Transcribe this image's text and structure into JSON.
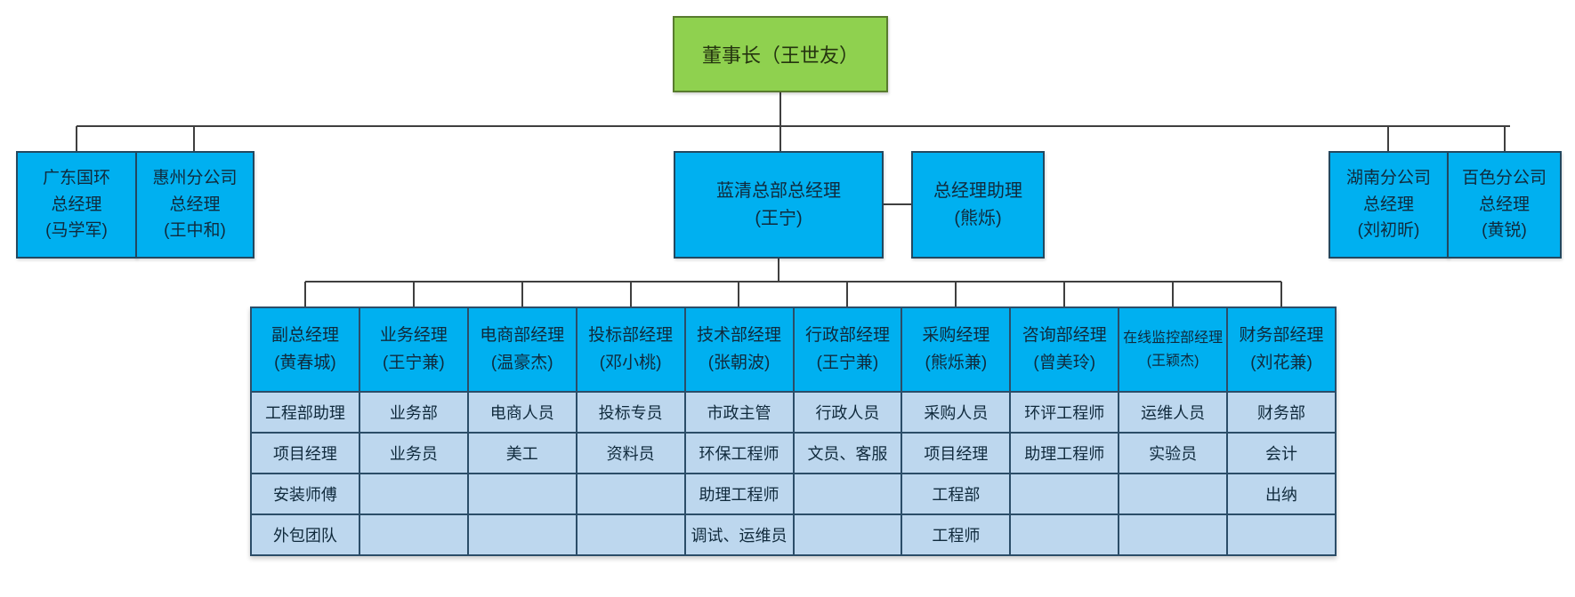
{
  "colors": {
    "chairman_fill": "#8fd14f",
    "chairman_border": "#587b2e",
    "manager_fill": "#00b0f0",
    "staff_fill": "#bdd7ee",
    "grid_border": "#2b4d68",
    "connector": "#3f3f3f",
    "text_dark": "#102a3c",
    "background": "#ffffff"
  },
  "org": {
    "chairman": {
      "label": "董事长（王世友）"
    },
    "executives": [
      {
        "key": "guangdong-guohuan",
        "text": "广东国环\n总经理\n(马学军)"
      },
      {
        "key": "huizhou-branch",
        "text": "惠州分公司\n总经理\n(王中和)"
      },
      {
        "key": "lanqing-hq",
        "text": "蓝清总部总经理\n(王宁)"
      },
      {
        "key": "gm-assistant",
        "text": "总经理助理\n(熊烁)"
      },
      {
        "key": "hunan-branch",
        "text": "湖南分公司\n总经理\n(刘初昕)"
      },
      {
        "key": "baise-branch",
        "text": "百色分公司\n总经理\n(黄锐)"
      }
    ],
    "departments": [
      {
        "title": "副总经理",
        "manager": "(黄春城)",
        "staff": [
          "工程部助理",
          "项目经理",
          "安装师傅",
          "外包团队"
        ]
      },
      {
        "title": "业务经理",
        "manager": "(王宁兼)",
        "staff": [
          "业务部",
          "业务员",
          "",
          ""
        ]
      },
      {
        "title": "电商部经理",
        "manager": "(温豪杰)",
        "staff": [
          "电商人员",
          "美工",
          "",
          ""
        ]
      },
      {
        "title": "投标部经理",
        "manager": "(邓小桃)",
        "staff": [
          "投标专员",
          "资料员",
          "",
          ""
        ]
      },
      {
        "title": "技术部经理",
        "manager": "(张朝波)",
        "staff": [
          "市政主管",
          "环保工程师",
          "助理工程师",
          "调试、运维员"
        ]
      },
      {
        "title": "行政部经理",
        "manager": "(王宁兼)",
        "staff": [
          "行政人员",
          "文员、客服",
          "",
          ""
        ]
      },
      {
        "title": "采购经理",
        "manager": "(熊烁兼)",
        "staff": [
          "采购人员",
          "项目经理",
          "工程部",
          "工程师"
        ]
      },
      {
        "title": "咨询部经理",
        "manager": "(曾美玲)",
        "staff": [
          "环评工程师",
          "助理工程师",
          "",
          ""
        ]
      },
      {
        "title": "在线监控部经理",
        "manager": "(王颖杰)",
        "staff": [
          "运维人员",
          "实验员",
          "",
          ""
        ]
      },
      {
        "title": "财务部经理",
        "manager": "(刘花兼)",
        "staff": [
          "财务部",
          "会计",
          "出纳",
          ""
        ]
      }
    ]
  }
}
